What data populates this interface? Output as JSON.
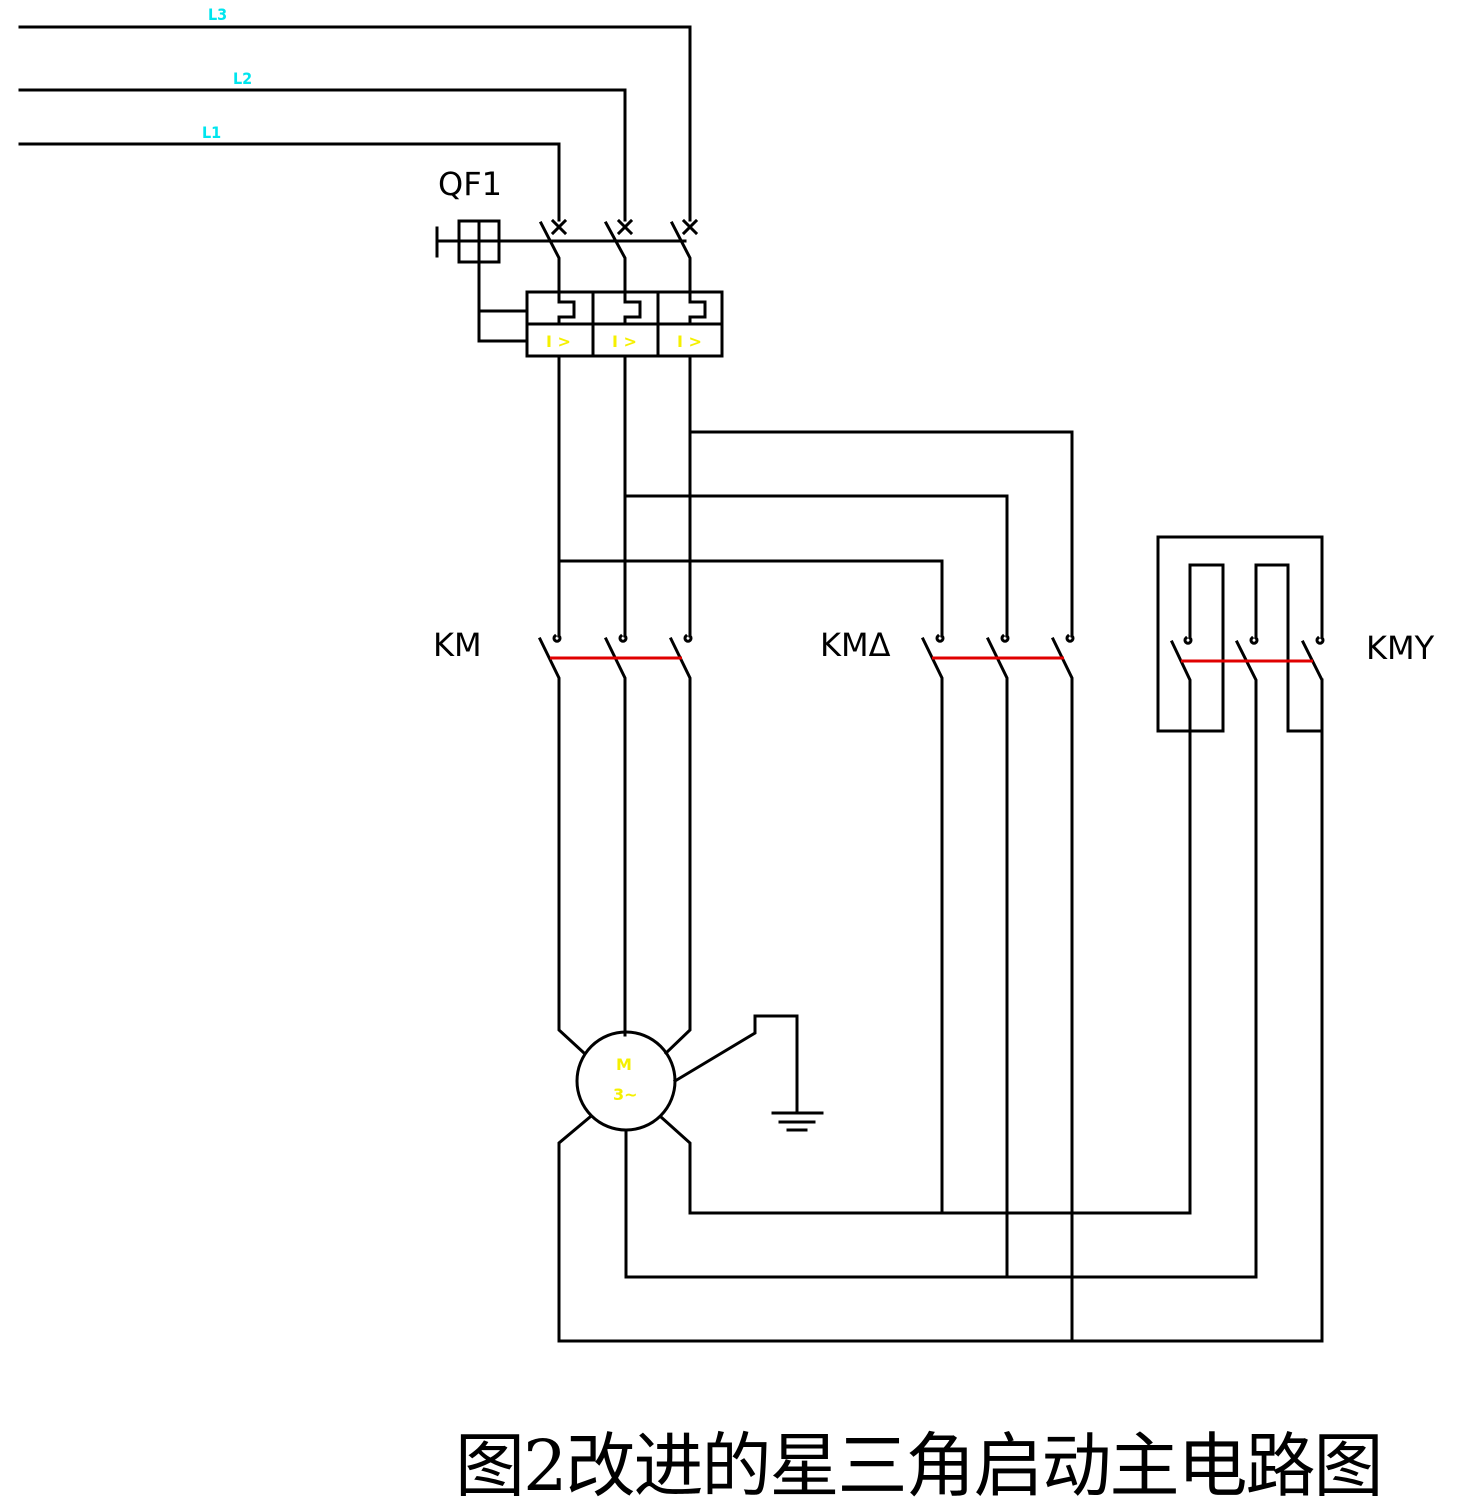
{
  "colors": {
    "wire": "#000000",
    "phase_label": "#00e5ee",
    "component_text": "#f5f000",
    "mechanical_link": "#e00000"
  },
  "supply": {
    "phases": [
      {
        "label": "L3"
      },
      {
        "label": "L2"
      },
      {
        "label": "L1"
      }
    ]
  },
  "breaker": {
    "label": "QF1",
    "trip_label": "I >"
  },
  "contactors": {
    "main": {
      "label": "KM"
    },
    "delta": {
      "label": "KMΔ"
    },
    "star": {
      "label": "KMY"
    }
  },
  "motor": {
    "line1": "M",
    "line2": "3~"
  },
  "caption": "图2改进的星三角启动主电路图"
}
